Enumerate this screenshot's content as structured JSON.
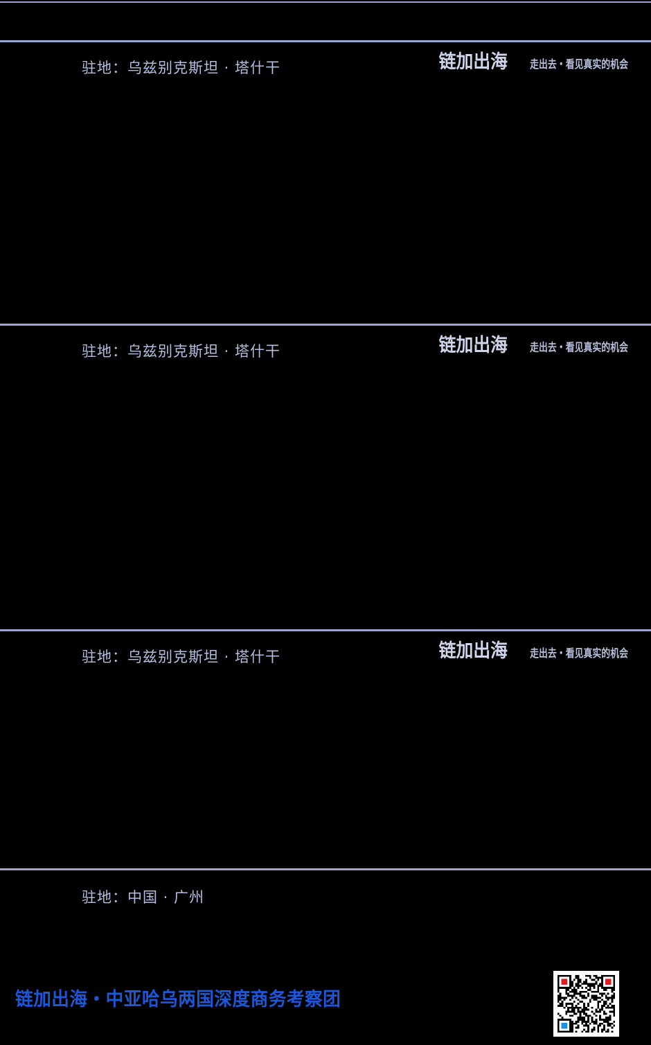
{
  "brand": {
    "mark": "链加出海",
    "tagline": "走出去・看见真实的机会",
    "mark_color": "#cfd6ec",
    "accent_color": "#1e56d6",
    "rule_color": "#9aa6cf"
  },
  "sections": [
    {
      "basecamp": "驻地：乌兹别克斯坦 · 塔什干",
      "show_brand": true
    },
    {
      "basecamp": "驻地：乌兹别克斯坦 · 塔什干",
      "show_brand": true
    },
    {
      "basecamp": "驻地：乌兹别克斯坦 · 塔什干",
      "show_brand": true
    },
    {
      "basecamp": "驻地：中国 · 广州",
      "show_brand": false
    }
  ],
  "footer": {
    "title": "链加出海・中亚哈乌两国深度商务考察团",
    "qr_label": "qr-code"
  }
}
